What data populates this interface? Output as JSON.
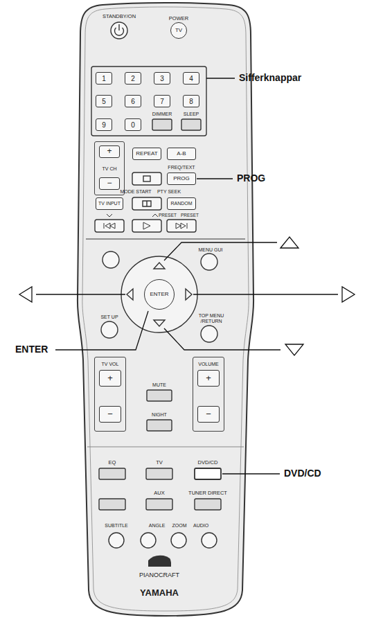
{
  "diagram": {
    "nodes": [
      {
        "text": [
          "PIANOCRAFT",
          "YAMAHA"
        ]
      },
      {
        "text": [
          "TV"
        ],
        "in": 0
      },
      {
        "text": [
          "1"
        ],
        "in": 0
      },
      {
        "text": [
          "2"
        ],
        "in": 0
      },
      {
        "text": [
          "3"
        ],
        "in": 0
      },
      {
        "text": [
          "4"
        ],
        "in": 0
      },
      {
        "text": [
          "5"
        ],
        "in": 0
      },
      {
        "text": [
          "6"
        ],
        "in": 0
      },
      {
        "text": [
          "7"
        ],
        "in": 0
      },
      {
        "text": [
          "8"
        ],
        "in": 0
      },
      {
        "text": [
          "9"
        ],
        "in": 0
      },
      {
        "text": [
          "0"
        ],
        "in": 0
      },
      {
        "text": [
          "TV CH"
        ],
        "in": 0
      },
      {
        "text": [
          "+"
        ],
        "in": 12
      },
      {
        "text": [
          "REPEAT"
        ],
        "in": 0
      },
      {
        "text": [
          "A-B"
        ],
        "in": 0
      },
      {
        "text": [
          "−"
        ],
        "in": 12
      },
      {
        "text": [
          "PROG"
        ],
        "in": 0
      },
      {
        "text": [
          "TV INPUT"
        ],
        "in": 0
      },
      {
        "text": [
          "RANDOM"
        ],
        "in": 0
      },
      {
        "text": [
          "ENTER"
        ],
        "in": 0
      },
      {
        "text": [
          "TV VOL"
        ],
        "in": 0
      },
      {
        "text": [
          "+"
        ],
        "in": 21
      },
      {
        "text": [
          "−"
        ],
        "in": 21
      },
      {
        "text": [
          "VOLUME"
        ],
        "in": 0
      },
      {
        "text": [
          "+"
        ],
        "in": 24
      },
      {
        "text": [
          "−"
        ],
        "in": 24
      }
    ],
    "labels": [
      "STANDBY/ON",
      "POWER",
      "DIMMER",
      "SLEEP",
      "FREQ/TEXT",
      "MODE START",
      "PTY SEEK",
      "PRESET",
      "PRESET",
      "MENU GUI",
      "SET UP",
      "TOP MENU /RETURN",
      "MUTE",
      "NIGHT",
      "EQ",
      "TV",
      "DVD/CD",
      "AUX",
      "TUNER DIRECT",
      "SUBTITLE",
      "ANGLE ZOOM AUDIO",
      "Sifferknappar",
      "PROG",
      "ENTER",
      "DVD/CD"
    ]
  }
}
